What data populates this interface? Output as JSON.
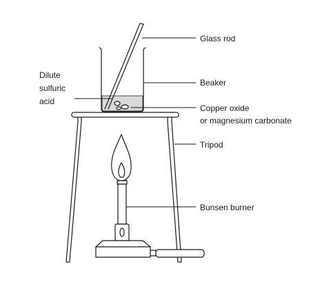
{
  "labels": {
    "glass_rod": "Glass rod",
    "beaker": "Beaker",
    "acid_line1": "Dilute",
    "acid_line2": "sulfuric",
    "acid_line3": "acid",
    "solid_line1": "Copper oxide",
    "solid_line2": "or magnesium carbonate",
    "tripod": "Tripod",
    "burner": "Bunsen burner"
  },
  "colors": {
    "stroke": "#1a1a1a",
    "liquid": "#d9d9d9",
    "flame_outer": "#ffffff"
  }
}
